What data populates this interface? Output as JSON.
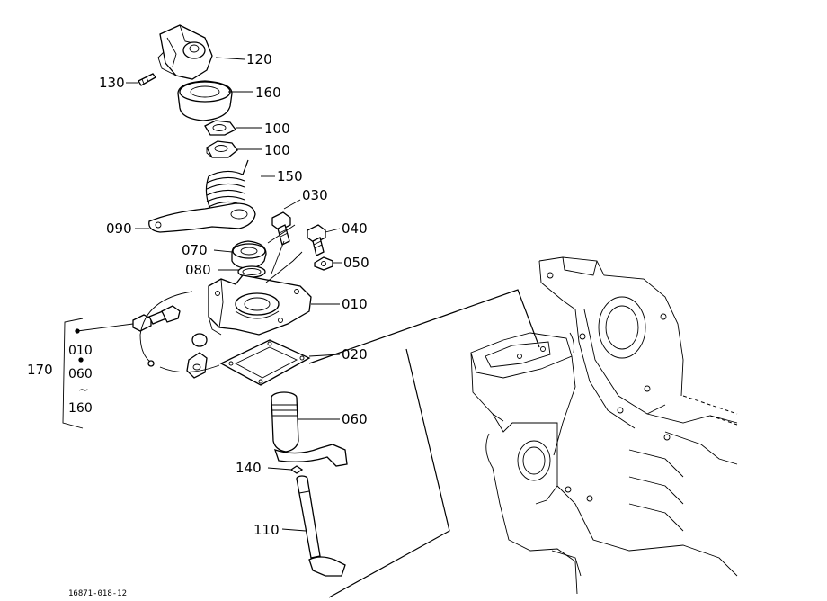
{
  "diagram": {
    "labels": {
      "l120": "120",
      "l130": "130",
      "l160": "160",
      "l100a": "100",
      "l100b": "100",
      "l150": "150",
      "l030": "030",
      "l090": "090",
      "l040": "040",
      "l070": "070",
      "l050": "050",
      "l080": "080",
      "l010": "010",
      "l020": "020",
      "l060": "060",
      "l140": "140",
      "l110": "110"
    },
    "group": {
      "number": "170",
      "item1": "010",
      "item2": "060",
      "tilde": "~",
      "item3": "160"
    },
    "drawing_number": "16871-018-12"
  }
}
